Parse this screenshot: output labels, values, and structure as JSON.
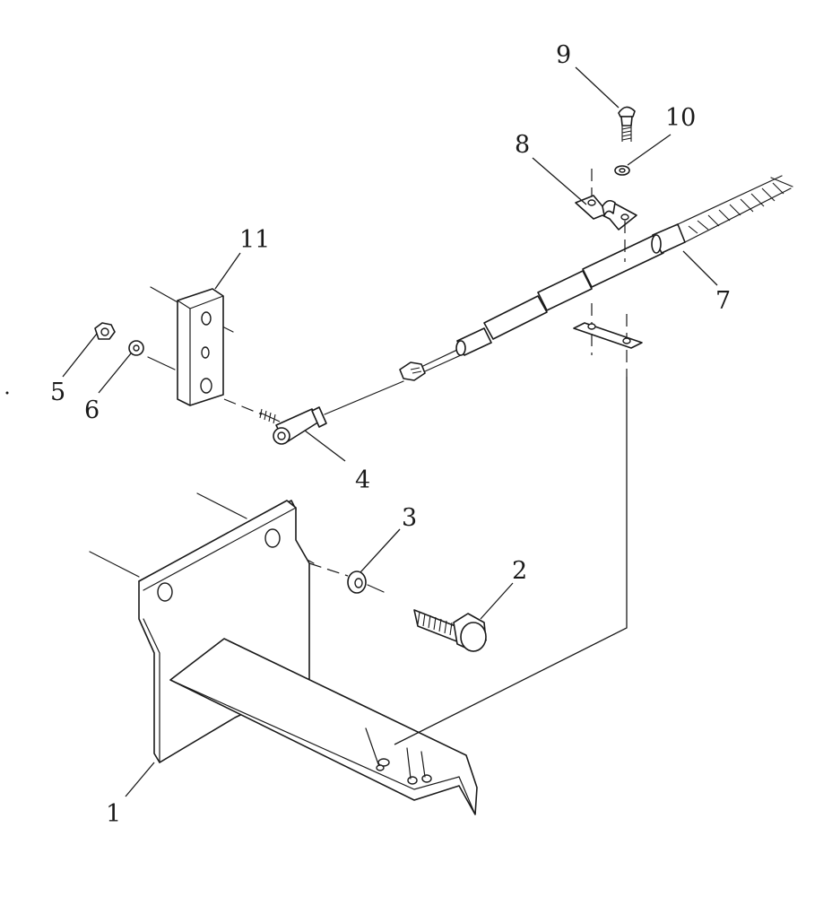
{
  "diagram": {
    "callouts": [
      {
        "id": "1",
        "label": "1"
      },
      {
        "id": "2",
        "label": "2"
      },
      {
        "id": "3",
        "label": "3"
      },
      {
        "id": "4",
        "label": "4"
      },
      {
        "id": "5",
        "label": "5"
      },
      {
        "id": "6",
        "label": "6"
      },
      {
        "id": "7",
        "label": "7"
      },
      {
        "id": "8",
        "label": "8"
      },
      {
        "id": "9",
        "label": "9"
      },
      {
        "id": "10",
        "label": "10"
      },
      {
        "id": "11",
        "label": "11"
      }
    ],
    "colors": {
      "line": "#1a1a1a",
      "background": "#ffffff"
    }
  }
}
